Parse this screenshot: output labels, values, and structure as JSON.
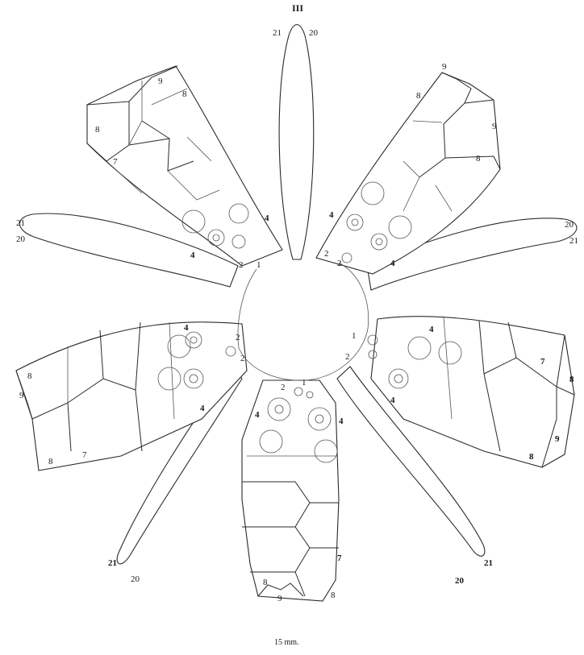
{
  "figure": {
    "title": "III",
    "scale_caption": "15 mm."
  },
  "labels": {
    "top_tube_left": "21",
    "top_tube_right": "20",
    "ul_arm_9": "9",
    "ul_arm_8a": "8",
    "ul_arm_8b": "8",
    "ul_arm_7": "7",
    "ul_arm_4": "4",
    "ul_arm_4b": "4",
    "ur_arm_9a": "9",
    "ur_arm_8a": "8",
    "ur_arm_9b": "9",
    "ur_arm_8b": "8",
    "ur_arm_4": "4",
    "ur_arm_4b": "4",
    "center_2a": "2",
    "center_1a": "1",
    "center_2b": "2",
    "center_2c": "2",
    "left_tube_21": "21",
    "left_tube_20": "20",
    "right_tube_20": "20",
    "right_tube_21": "21",
    "left_arm_4a": "4",
    "left_arm_2a": "2",
    "left_arm_2b": "2",
    "left_arm_8": "8",
    "left_arm_9": "9",
    "left_arm_4b": "4",
    "left_arm_8b": "8",
    "left_arm_7": "7",
    "right_arm_1": "1",
    "right_arm_2": "2",
    "right_arm_4a": "4",
    "right_arm_7": "7",
    "right_arm_8a": "8",
    "right_arm_4b": "4",
    "right_arm_9": "9",
    "right_arm_8b": "8",
    "bottom_2": "2",
    "bottom_1": "1",
    "bottom_4a": "4",
    "bottom_4b": "4",
    "bottom_7": "7",
    "bottom_8a": "8",
    "bottom_9": "9",
    "bottom_8b": "8",
    "bl_tube_21": "21",
    "bl_tube_20": "20",
    "br_tube_20": "20",
    "br_tube_21": "21"
  }
}
